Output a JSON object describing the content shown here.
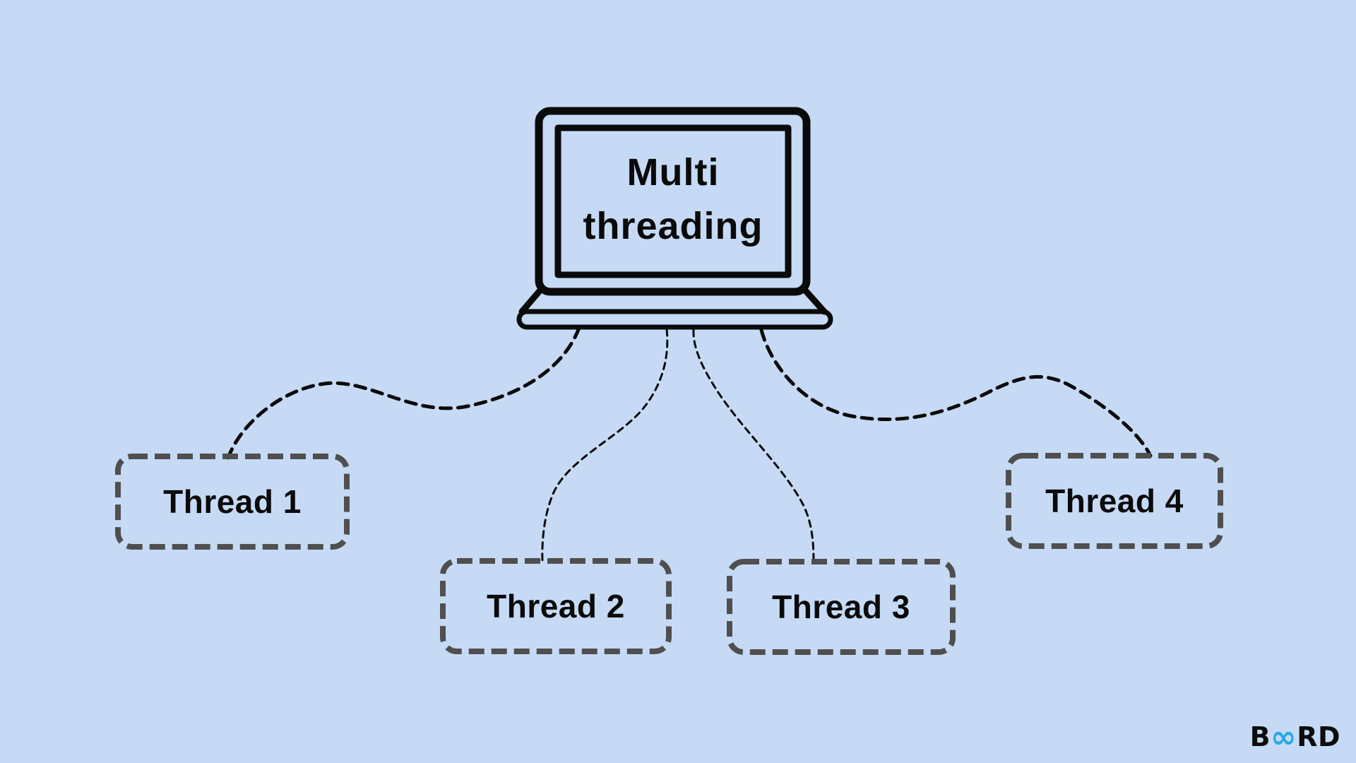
{
  "background_color": "#c6daf5",
  "laptop": {
    "title_line1": "Multi",
    "title_line2": "threading",
    "outline_color": "#0a0a0a"
  },
  "threads": [
    {
      "label": "Thread 1"
    },
    {
      "label": "Thread 2"
    },
    {
      "label": "Thread 3"
    },
    {
      "label": "Thread 4"
    }
  ],
  "connectors": {
    "color": "#0a0a0a",
    "style": "dashed"
  },
  "boxes": {
    "border_color": "#4f4f4f",
    "text_color": "#0a0a0a"
  },
  "logo": {
    "prefix": "B",
    "infinity_glyph": "∞",
    "suffix": "RD",
    "black_color": "#0d0d0d",
    "blue_color": "#29a9e2"
  }
}
